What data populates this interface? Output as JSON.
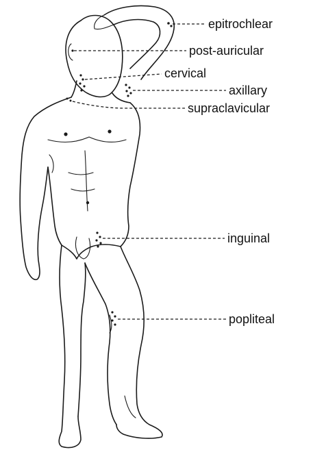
{
  "diagram": {
    "labels": {
      "epitrochlear": "epitrochlear",
      "post_auricular": "post-auricular",
      "cervical": "cervical",
      "axillary": "axillary",
      "supraclavicular": "supraclavicular",
      "inguinal": "inguinal",
      "popliteal": "popliteal"
    }
  }
}
